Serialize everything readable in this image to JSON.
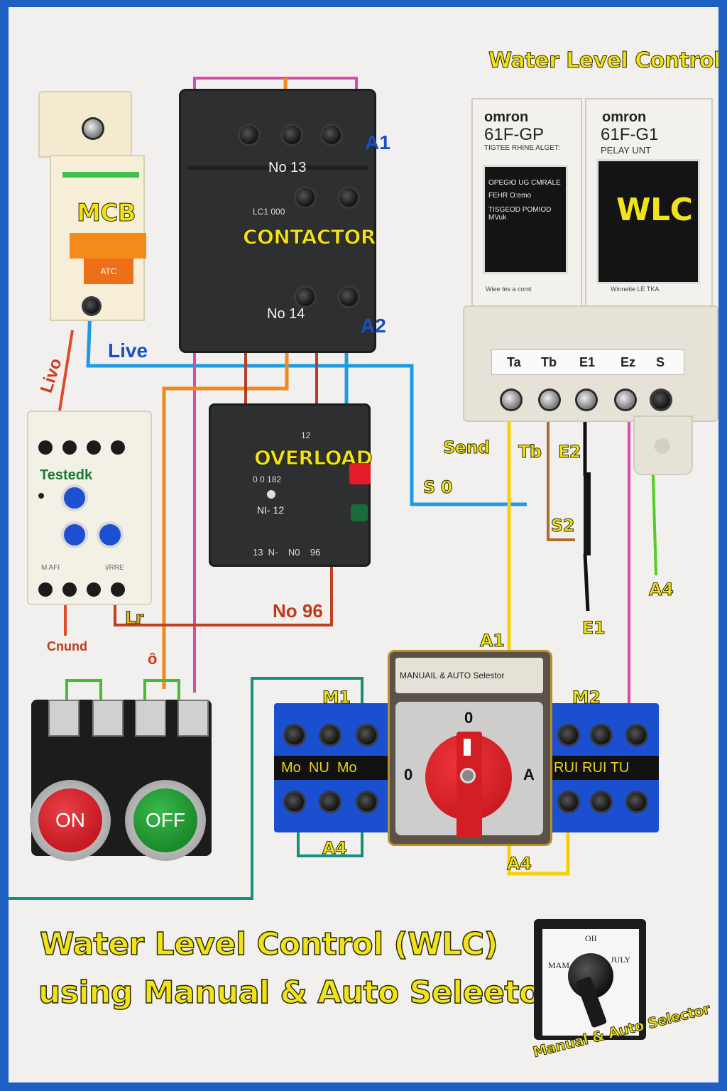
{
  "header": {
    "title": "Water Level Control"
  },
  "mcb": {
    "label": "MCB",
    "switch_text": "ATC"
  },
  "contactor": {
    "label": "CONTACTOR",
    "model": "LC1 000",
    "top_label": "No 13",
    "bottom_label": "No 14",
    "coil_a1": "A1",
    "coil_a2": "A2"
  },
  "overload": {
    "label": "OVERLOAD",
    "spec": "0 0 182",
    "nc_label": "NI- 12",
    "term_12": "12",
    "bottom_terms": "13  N-    N0    96",
    "no96": "No 96"
  },
  "wlc_relays": {
    "left": {
      "brand": "omron",
      "model": "61F-GP",
      "sub": "TIGTEE RHINE ALGET:",
      "body1": "OPEGIO UG CMRALE",
      "body2": "FEHR  O:emo",
      "body3": "TISGEOD POMIOD MVuk",
      "footer": "Wiee tes a comt"
    },
    "right": {
      "brand": "omron",
      "model": "61F-G1",
      "sub": "PELAY UNT",
      "big": "WLC",
      "footer": "Winnetie LE TKA"
    },
    "terminals": [
      "Ta",
      "Tb",
      "E1",
      "Ez",
      "S"
    ]
  },
  "timer": {
    "brand": "Testedk",
    "label_left": "M AFI",
    "label_right": "I/RRE"
  },
  "selector": {
    "title": "MANUAIL & AUTO Selestor",
    "pos_left": "0",
    "pos_top": "0",
    "pos_right": "A"
  },
  "terminal_left": {
    "label": "M1",
    "strip": "Mo  NU  Mo"
  },
  "terminal_right": {
    "label": "M2",
    "strip": "RUI RUI TU"
  },
  "buttons": {
    "on": "ON",
    "off": "OFF"
  },
  "wire_labels": {
    "live": "Live",
    "live_vertical": "Livo",
    "ground": "Cnund",
    "lt": "Lr",
    "small": "ȏ",
    "send": "Send",
    "tb": "Tb",
    "e2": "E2",
    "so": "S 0",
    "s2": "S2",
    "a4_right": "A4",
    "e1": "E1",
    "a1_sel": "A1",
    "a4_left": "A4",
    "a4_mid": "A4"
  },
  "footer": {
    "line1": "Water Level Control (WLC)",
    "line2": "using Manual & Auto Seleetor."
  },
  "selector_photo": {
    "top": "OII",
    "left": "MAM",
    "right": "JULY",
    "caption": "Manual & Auto Selector"
  },
  "colors": {
    "board_bg": "#f1f0ee",
    "frame": "#1e5fc4",
    "wire_blue": "#1e9be0",
    "wire_orange": "#f08a1c",
    "wire_magenta": "#d64aa8",
    "wire_yellow": "#f5d00a",
    "wire_brown": "#b06a30",
    "wire_black": "#111111",
    "wire_green": "#55cc22",
    "wire_teal": "#138f7a",
    "wire_red": "#e04a2a",
    "wire_darkred": "#c04020"
  }
}
